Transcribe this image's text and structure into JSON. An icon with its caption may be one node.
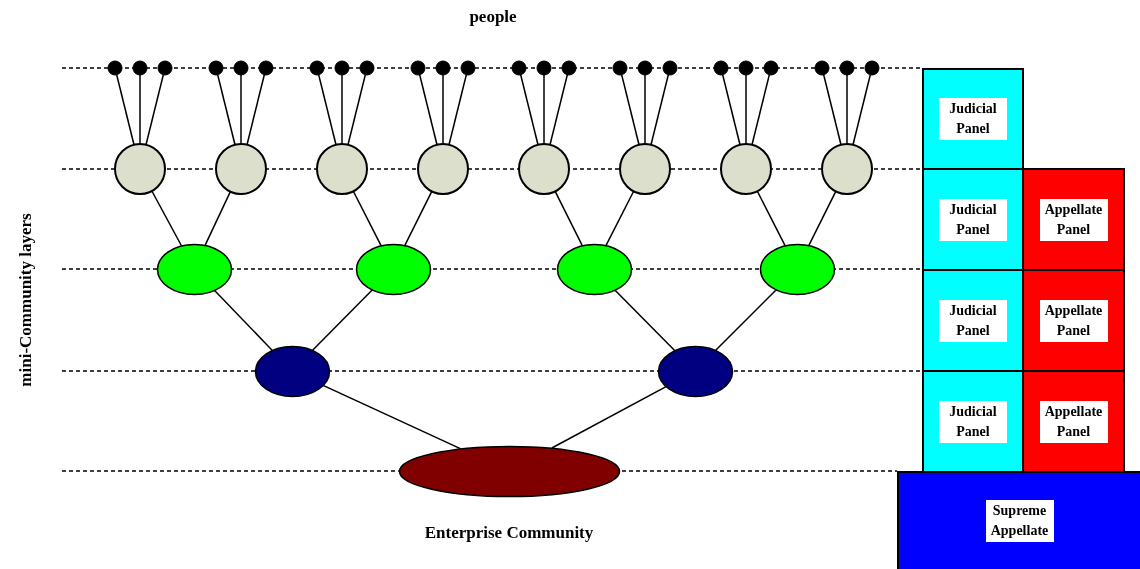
{
  "diagram": {
    "nodes": [
      {
        "text": [],
        "shape": "circle"
      },
      {
        "text": [],
        "shape": "circle"
      },
      {
        "text": [],
        "shape": "circle"
      },
      {
        "text": [],
        "shape": "circle"
      },
      {
        "text": [],
        "shape": "circle"
      },
      {
        "text": [],
        "shape": "circle"
      },
      {
        "text": [],
        "shape": "circle"
      },
      {
        "text": [],
        "shape": "circle"
      },
      {
        "text": [],
        "shape": "circle"
      },
      {
        "text": [],
        "shape": "circle"
      },
      {
        "text": [],
        "shape": "circle"
      },
      {
        "text": [],
        "shape": "circle"
      },
      {
        "text": [],
        "shape": "circle"
      },
      {
        "text": [],
        "shape": "circle"
      },
      {
        "text": [],
        "shape": "circle"
      },
      {
        "text": [],
        "shape": "circle"
      },
      {
        "text": [],
        "shape": "circle"
      },
      {
        "text": [],
        "shape": "circle"
      },
      {
        "text": [],
        "shape": "circle"
      },
      {
        "text": [],
        "shape": "circle"
      },
      {
        "text": [],
        "shape": "circle"
      },
      {
        "text": [],
        "shape": "circle"
      },
      {
        "text": [],
        "shape": "circle"
      },
      {
        "text": [],
        "shape": "circle"
      },
      {
        "text": [],
        "shape": "circle"
      },
      {
        "text": [],
        "shape": "circle"
      },
      {
        "text": [],
        "shape": "circle"
      },
      {
        "text": [],
        "shape": "circle"
      },
      {
        "text": [],
        "shape": "circle"
      },
      {
        "text": [],
        "shape": "circle"
      },
      {
        "text": [],
        "shape": "circle"
      },
      {
        "text": [],
        "shape": "circle"
      },
      {
        "text": [],
        "shape": "ellipse"
      },
      {
        "text": [],
        "shape": "ellipse"
      },
      {
        "text": [],
        "shape": "ellipse"
      },
      {
        "text": [],
        "shape": "ellipse"
      },
      {
        "text": [],
        "shape": "ellipse"
      },
      {
        "text": [],
        "shape": "ellipse"
      },
      {
        "text": [],
        "shape": "ellipse",
        "beside": [
          "Enterprise Community"
        ]
      },
      {
        "text": [
          "Judicial Panel"
        ]
      },
      {
        "text": [
          "Judicial Panel"
        ]
      },
      {
        "text": [
          "Appellate Panel"
        ]
      },
      {
        "text": [
          "Judicial Panel"
        ]
      },
      {
        "text": [
          "Appellate Panel"
        ]
      },
      {
        "text": [
          "Judicial Panel"
        ]
      },
      {
        "text": [
          "Appellate Panel"
        ]
      },
      {
        "text": [
          "Supreme Appellate"
        ]
      }
    ],
    "edges": [
      {
        "from": 0,
        "to": 24,
        "arrow": "none"
      },
      {
        "from": 1,
        "to": 24,
        "arrow": "none"
      },
      {
        "from": 2,
        "to": 24,
        "arrow": "none"
      },
      {
        "from": 3,
        "to": 25,
        "arrow": "none"
      },
      {
        "from": 4,
        "to": 25,
        "arrow": "none"
      },
      {
        "from": 5,
        "to": 25,
        "arrow": "none"
      },
      {
        "from": 6,
        "to": 26,
        "arrow": "none"
      },
      {
        "from": 7,
        "to": 26,
        "arrow": "none"
      },
      {
        "from": 8,
        "to": 26,
        "arrow": "none"
      },
      {
        "from": 9,
        "to": 27,
        "arrow": "none"
      },
      {
        "from": 10,
        "to": 27,
        "arrow": "none"
      },
      {
        "from": 11,
        "to": 27,
        "arrow": "none"
      },
      {
        "from": 12,
        "to": 28,
        "arrow": "none"
      },
      {
        "from": 13,
        "to": 28,
        "arrow": "none"
      },
      {
        "from": 14,
        "to": 28,
        "arrow": "none"
      },
      {
        "from": 15,
        "to": 29,
        "arrow": "none"
      },
      {
        "from": 16,
        "to": 29,
        "arrow": "none"
      },
      {
        "from": 17,
        "to": 29,
        "arrow": "none"
      },
      {
        "from": 18,
        "to": 30,
        "arrow": "none"
      },
      {
        "from": 19,
        "to": 30,
        "arrow": "none"
      },
      {
        "from": 20,
        "to": 30,
        "arrow": "none"
      },
      {
        "from": 21,
        "to": 31,
        "arrow": "none"
      },
      {
        "from": 22,
        "to": 31,
        "arrow": "none"
      },
      {
        "from": 23,
        "to": 31,
        "arrow": "none"
      },
      {
        "from": 24,
        "to": 32,
        "arrow": "none"
      },
      {
        "from": 25,
        "to": 32,
        "arrow": "none"
      },
      {
        "from": 26,
        "to": 33,
        "arrow": "none"
      },
      {
        "from": 27,
        "to": 33,
        "arrow": "none"
      },
      {
        "from": 28,
        "to": 34,
        "arrow": "none"
      },
      {
        "from": 29,
        "to": 34,
        "arrow": "none"
      },
      {
        "from": 30,
        "to": 35,
        "arrow": "none"
      },
      {
        "from": 31,
        "to": 35,
        "arrow": "none"
      },
      {
        "from": 32,
        "to": 36,
        "arrow": "none"
      },
      {
        "from": 33,
        "to": 36,
        "arrow": "none"
      },
      {
        "from": 34,
        "to": 37,
        "arrow": "none"
      },
      {
        "from": 35,
        "to": 37,
        "arrow": "none"
      },
      {
        "from": 36,
        "to": 38,
        "arrow": "none"
      },
      {
        "from": 37,
        "to": 38,
        "arrow": "none"
      }
    ],
    "labels": [
      "people",
      "mini-Community layers"
    ]
  }
}
